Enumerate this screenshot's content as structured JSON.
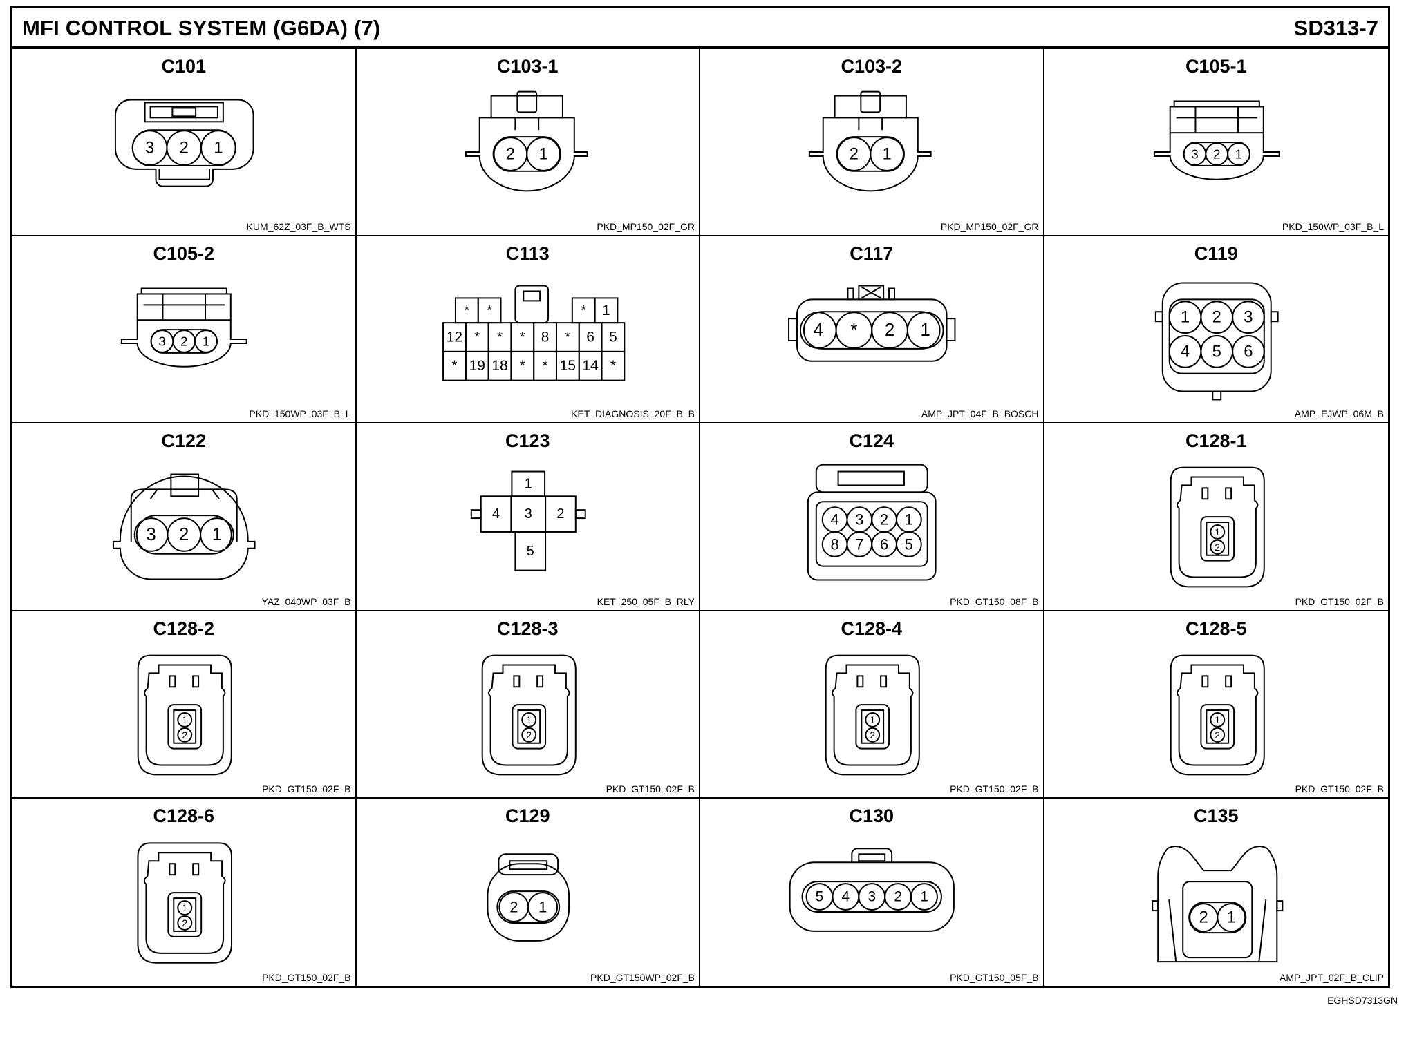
{
  "header": {
    "title": "MFI CONTROL SYSTEM (G6DA) (7)",
    "code": "SD313-7"
  },
  "footer": {
    "ref": "EGHSD7313GN"
  },
  "connectors": [
    {
      "name": "C101",
      "code": "KUM_62Z_03F_B_WTS",
      "type": "kum3",
      "pins": [
        "3",
        "2",
        "1"
      ]
    },
    {
      "name": "C103-1",
      "code": "PKD_MP150_02F_GR",
      "type": "mp2",
      "pins": [
        "2",
        "1"
      ]
    },
    {
      "name": "C103-2",
      "code": "PKD_MP150_02F_GR",
      "type": "mp2",
      "pins": [
        "2",
        "1"
      ]
    },
    {
      "name": "C105-1",
      "code": "PKD_150WP_03F_B_L",
      "type": "wp3",
      "pins": [
        "3",
        "2",
        "1"
      ]
    },
    {
      "name": "C105-2",
      "code": "PKD_150WP_03F_B_L",
      "type": "wp3",
      "pins": [
        "3",
        "2",
        "1"
      ]
    },
    {
      "name": "C113",
      "code": "KET_DIAGNOSIS_20F_B_B",
      "type": "diag20",
      "top_left": [
        "*",
        "*"
      ],
      "top_right": [
        "*",
        "1"
      ],
      "row1": [
        "12",
        "*",
        "*",
        "*",
        "8",
        "*",
        "6",
        "5"
      ],
      "row2": [
        "*",
        "19",
        "18",
        "*",
        "*",
        "15",
        "14",
        "*"
      ]
    },
    {
      "name": "C117",
      "code": "AMP_JPT_04F_B_BOSCH",
      "type": "jpt4",
      "pins": [
        "4",
        "*",
        "2",
        "1"
      ]
    },
    {
      "name": "C119",
      "code": "AMP_EJWP_06M_B",
      "type": "ejwp6",
      "pins": [
        "1",
        "2",
        "3",
        "4",
        "5",
        "6"
      ]
    },
    {
      "name": "C122",
      "code": "YAZ_040WP_03F_B",
      "type": "yaz3",
      "pins": [
        "3",
        "2",
        "1"
      ]
    },
    {
      "name": "C123",
      "code": "KET_250_05F_B_RLY",
      "type": "rly5",
      "pins": [
        "1",
        "4",
        "3",
        "2",
        "5"
      ]
    },
    {
      "name": "C124",
      "code": "PKD_GT150_08F_B",
      "type": "gt8",
      "pins": [
        "4",
        "3",
        "2",
        "1",
        "8",
        "7",
        "6",
        "5"
      ]
    },
    {
      "name": "C128-1",
      "code": "PKD_GT150_02F_B",
      "type": "gt2",
      "pins": [
        "1",
        "2"
      ]
    },
    {
      "name": "C128-2",
      "code": "PKD_GT150_02F_B",
      "type": "gt2",
      "pins": [
        "1",
        "2"
      ]
    },
    {
      "name": "C128-3",
      "code": "PKD_GT150_02F_B",
      "type": "gt2",
      "pins": [
        "1",
        "2"
      ]
    },
    {
      "name": "C128-4",
      "code": "PKD_GT150_02F_B",
      "type": "gt2",
      "pins": [
        "1",
        "2"
      ]
    },
    {
      "name": "C128-5",
      "code": "PKD_GT150_02F_B",
      "type": "gt2",
      "pins": [
        "1",
        "2"
      ]
    },
    {
      "name": "C128-6",
      "code": "PKD_GT150_02F_B",
      "type": "gt2",
      "pins": [
        "1",
        "2"
      ]
    },
    {
      "name": "C129",
      "code": "PKD_GT150WP_02F_B",
      "type": "gtwp2",
      "pins": [
        "2",
        "1"
      ]
    },
    {
      "name": "C130",
      "code": "PKD_GT150_05F_B",
      "type": "gt5",
      "pins": [
        "5",
        "4",
        "3",
        "2",
        "1"
      ]
    },
    {
      "name": "C135",
      "code": "AMP_JPT_02F_B_CLIP",
      "type": "clip2",
      "pins": [
        "2",
        "1"
      ]
    }
  ]
}
